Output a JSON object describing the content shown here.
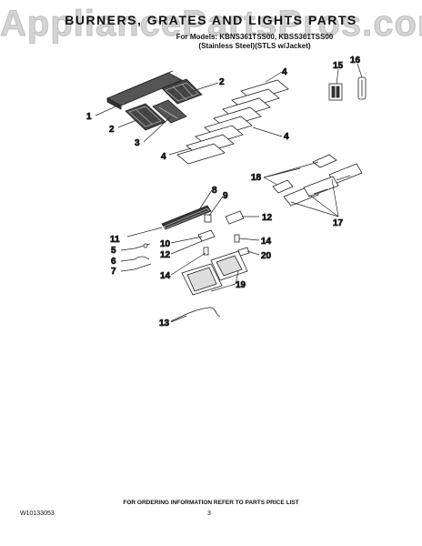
{
  "watermark": "AppliancePartsPros.com",
  "title": "BURNERS, GRATES AND LIGHTS PARTS",
  "models": {
    "line1": "For Models: KBNS361TSS00, KBSS361TSS00",
    "line2": "(Stainless Steel)(STLS w/Jacket)"
  },
  "part_numbers": [
    "1",
    "2",
    "3",
    "4",
    "4",
    "4",
    "5",
    "6",
    "7",
    "8",
    "9",
    "10",
    "11",
    "12",
    "12",
    "13",
    "14",
    "14",
    "15",
    "16",
    "17",
    "18",
    "19",
    "20"
  ],
  "footer": {
    "note": "FOR ORDERING INFORMATION REFER TO PARTS PRICE LIST",
    "doc_number": "W10133053",
    "page_number": "3"
  }
}
